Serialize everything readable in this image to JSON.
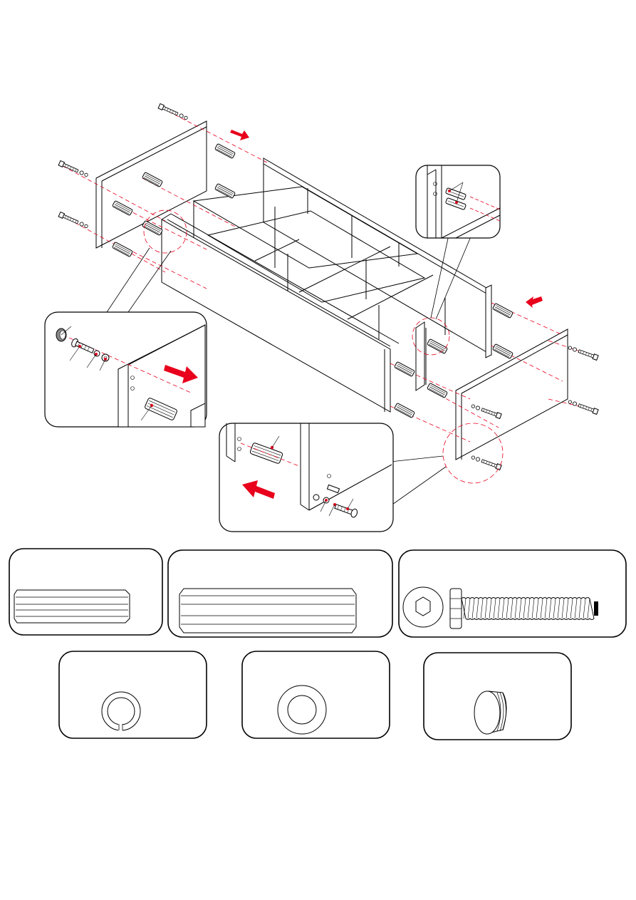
{
  "colors": {
    "line": "#000000",
    "accent": "#e8001c",
    "guide": "#e8001c",
    "background": "#ffffff"
  },
  "parts": [
    {
      "id": "short-dowel",
      "icon": "short-dowel-icon"
    },
    {
      "id": "long-dowel",
      "icon": "long-dowel-icon"
    },
    {
      "id": "hex-bolt",
      "icon": "hex-bolt-icon"
    },
    {
      "id": "spring-washer",
      "icon": "spring-washer-icon"
    },
    {
      "id": "flat-washer",
      "icon": "flat-washer-icon"
    },
    {
      "id": "cover-cap",
      "icon": "cover-cap-icon"
    }
  ]
}
